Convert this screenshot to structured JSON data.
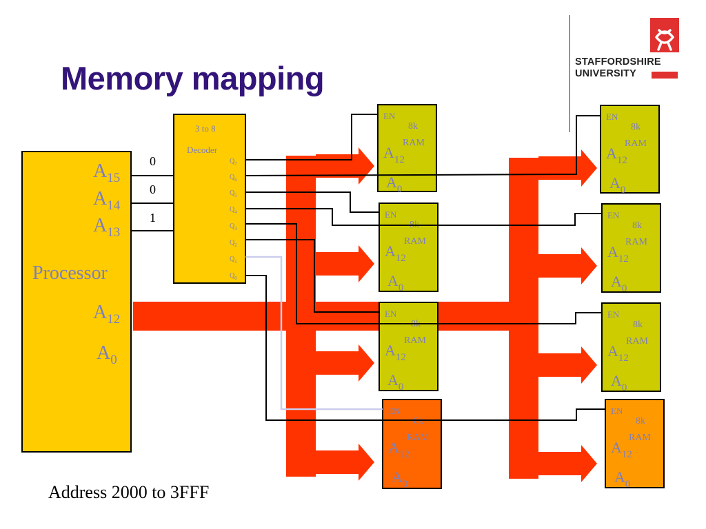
{
  "title": "Memory mapping",
  "logo": {
    "line1": "STAFFORDSHIRE",
    "line2": "UNIVERSITY"
  },
  "processor": {
    "label": "Processor",
    "pins": [
      {
        "base": "A",
        "sub": "15"
      },
      {
        "base": "A",
        "sub": "14"
      },
      {
        "base": "A",
        "sub": "13"
      },
      {
        "base": "A",
        "sub": "12"
      },
      {
        "base": "A",
        "sub": "0"
      }
    ]
  },
  "address_bits": [
    "0",
    "0",
    "1"
  ],
  "decoder": {
    "line1": "3 to 8",
    "line2": "Decoder",
    "outputs": [
      {
        "base": "Q",
        "sub": "7"
      },
      {
        "base": "Q",
        "sub": "6"
      },
      {
        "base": "Q",
        "sub": "5"
      },
      {
        "base": "Q",
        "sub": "4"
      },
      {
        "base": "Q",
        "sub": "3"
      },
      {
        "base": "Q",
        "sub": "2"
      },
      {
        "base": "Q",
        "sub": "1"
      },
      {
        "base": "Q",
        "sub": "0"
      }
    ]
  },
  "ram_block": {
    "en": "EN",
    "size": "8k",
    "type": "RAM",
    "high_pin": {
      "base": "A",
      "sub": "12"
    },
    "low_pin": {
      "base": "A",
      "sub": "0"
    }
  },
  "caption": "Address 2000 to 3FFF",
  "colors": {
    "title": "#33157a",
    "processor": "#ffcc00",
    "ram": "#cccc00",
    "ram_selected": "#ff6600",
    "bus": "#ff3300",
    "selected_line": "#ccccee"
  }
}
